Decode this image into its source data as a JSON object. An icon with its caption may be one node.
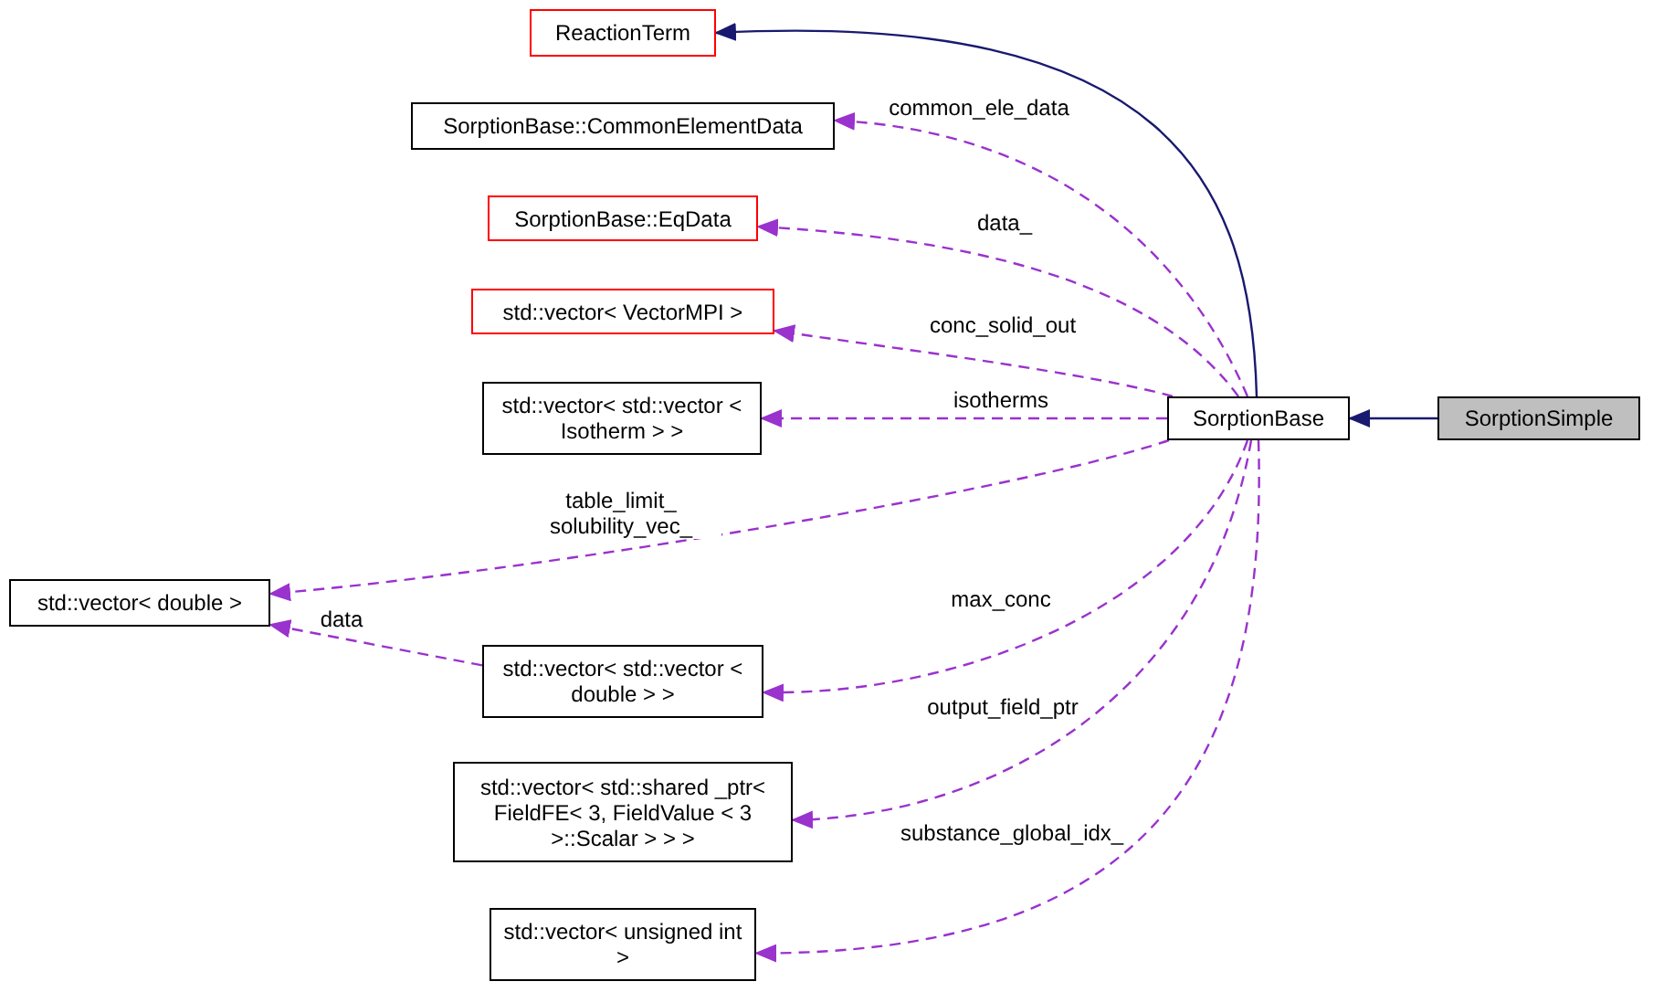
{
  "diagram": {
    "nodes": [
      {
        "text": [
          "ReactionTerm"
        ]
      },
      {
        "text": [
          "SorptionBase::CommonElementData"
        ]
      },
      {
        "text": [
          "SorptionBase::EqData"
        ]
      },
      {
        "text": [
          "std::vector< VectorMPI >"
        ]
      },
      {
        "text": [
          "std::vector< std::vector < Isotherm > >"
        ]
      },
      {
        "text": [
          "SorptionBase"
        ]
      },
      {
        "text": [
          "SorptionSimple"
        ]
      },
      {
        "text": [
          "std::vector< double >"
        ]
      },
      {
        "text": [
          "std::vector< std::vector < double > >"
        ]
      },
      {
        "text": [
          "std::vector< std::shared _ptr< FieldFE< 3, FieldValue < 3 >::Scalar > > >"
        ]
      },
      {
        "text": [
          "std::vector< unsigned int >"
        ]
      }
    ],
    "edges": [
      {
        "from": 5,
        "to": 0,
        "arrow": "to",
        "color": "#191970"
      },
      {
        "from": 6,
        "to": 5,
        "arrow": "to",
        "color": "#191970"
      },
      {
        "from": 5,
        "to": 1,
        "arrow": "to",
        "label": "common_ele_data",
        "style": "dashed",
        "color": "#9a32cd"
      },
      {
        "from": 5,
        "to": 2,
        "arrow": "to",
        "label": "data_",
        "style": "dashed",
        "color": "#9a32cd"
      },
      {
        "from": 5,
        "to": 3,
        "arrow": "to",
        "label": "conc_solid_out",
        "style": "dashed",
        "color": "#9a32cd"
      },
      {
        "from": 5,
        "to": 4,
        "arrow": "to",
        "label": "isotherms",
        "style": "dashed",
        "color": "#9a32cd"
      },
      {
        "from": 5,
        "to": 7,
        "arrow": "to",
        "label": "table_limit_ solubility_vec_",
        "style": "dashed",
        "color": "#9a32cd"
      },
      {
        "from": 8,
        "to": 7,
        "arrow": "to",
        "label": "data",
        "style": "dashed",
        "color": "#9a32cd"
      },
      {
        "from": 5,
        "to": 8,
        "arrow": "to",
        "label": "max_conc",
        "style": "dashed",
        "color": "#9a32cd"
      },
      {
        "from": 5,
        "to": 9,
        "arrow": "to",
        "label": "output_field_ptr",
        "style": "dashed",
        "color": "#9a32cd"
      },
      {
        "from": 5,
        "to": 10,
        "arrow": "to",
        "label": "substance_global_idx_",
        "style": "dashed",
        "color": "#9a32cd"
      }
    ]
  }
}
